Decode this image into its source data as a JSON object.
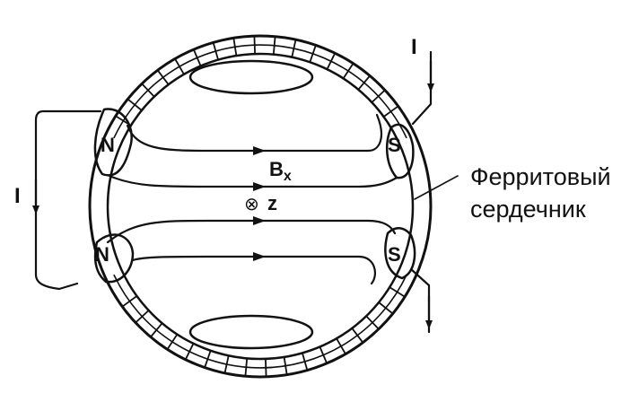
{
  "labels": {
    "current_top": "I",
    "current_left": "I",
    "pole_n_top": "N",
    "pole_n_bottom": "N",
    "pole_s_top": "S",
    "pole_s_bottom": "S",
    "field": "B",
    "field_sub": "x",
    "axis_symbol": "⊗",
    "axis_label": "z",
    "core_line1": "Ферритовый",
    "core_line2": "сердечник"
  },
  "colors": {
    "ink": "#111111",
    "background": "#ffffff"
  }
}
